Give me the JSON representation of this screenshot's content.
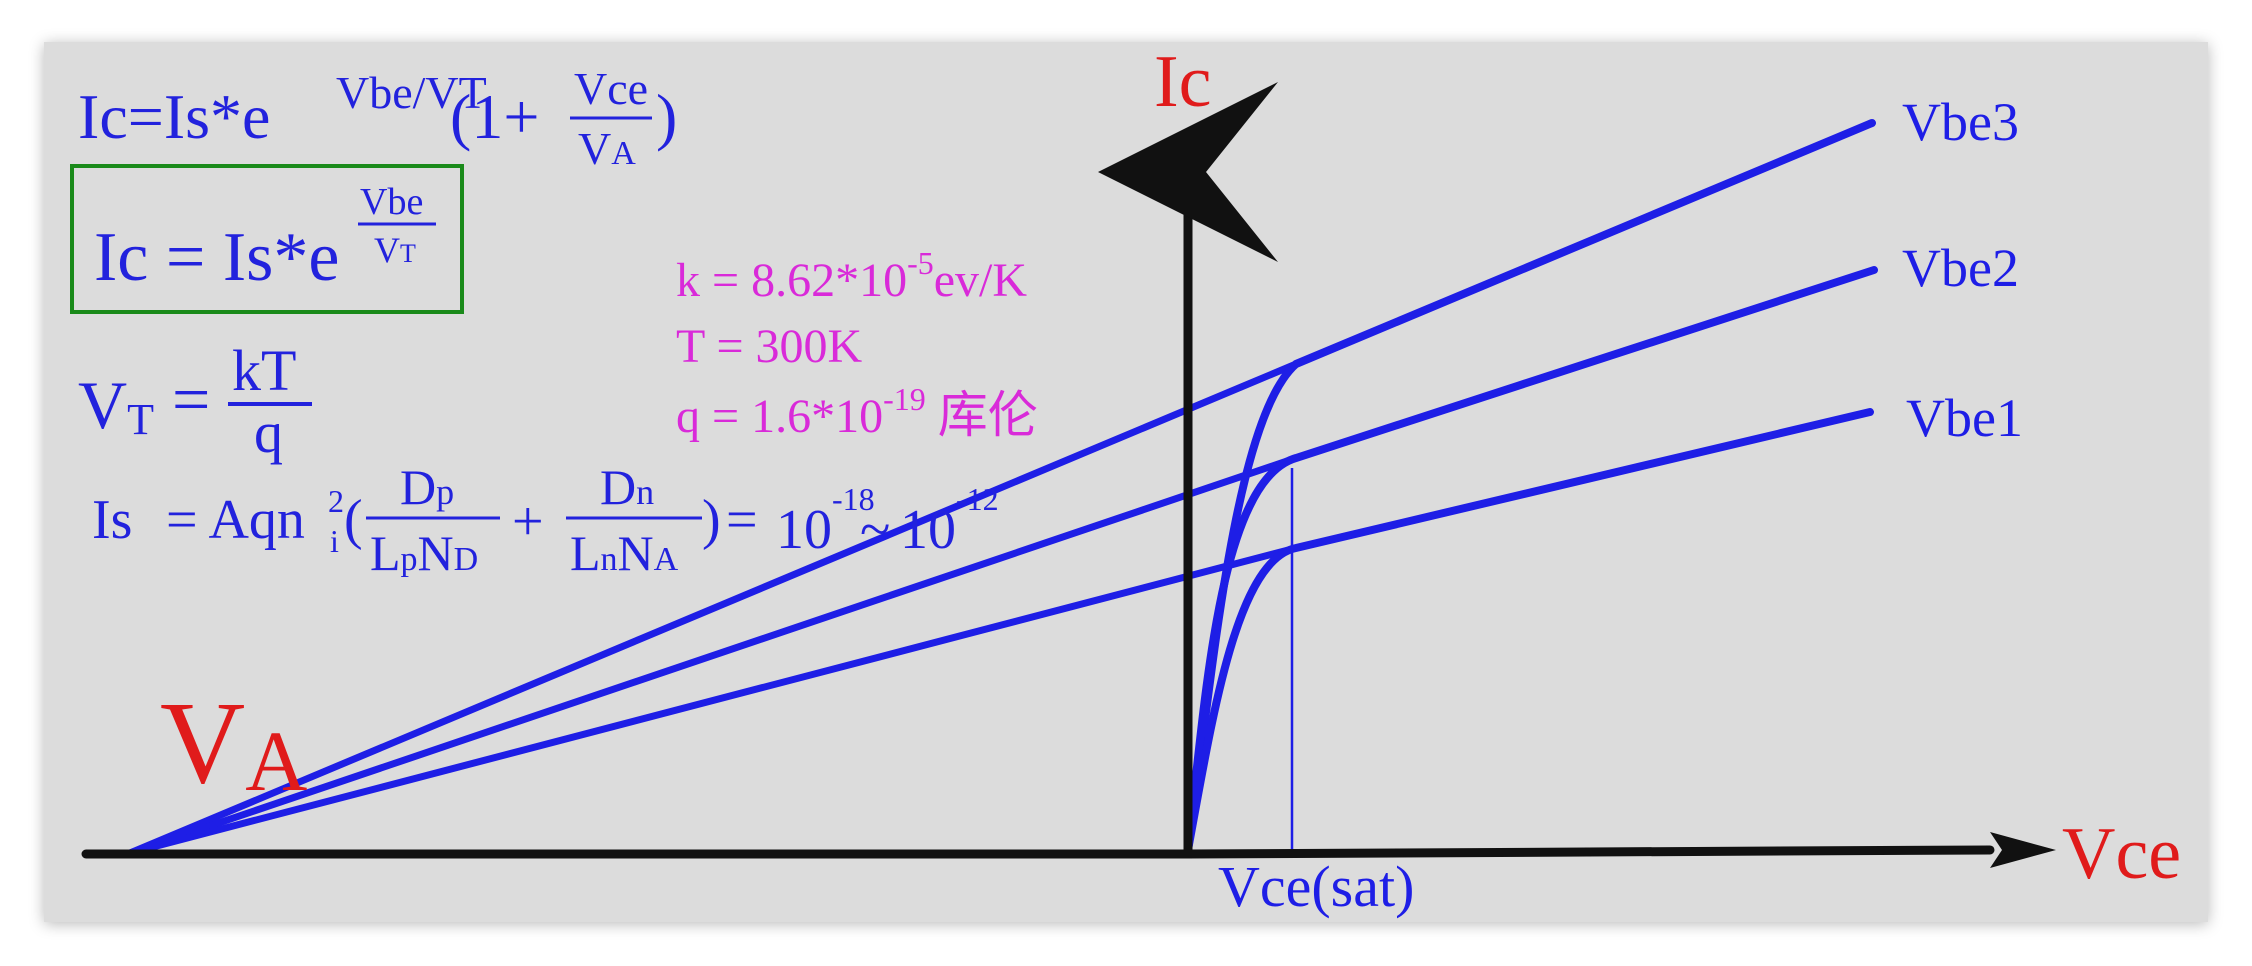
{
  "colors": {
    "background": "#dcdcdc",
    "curve": "#1e1ee6",
    "axis": "#111111",
    "axis_label": "#e01b1b",
    "constants": "#d92ad9",
    "equation": "#2222dd",
    "box_border": "#1a8a1a"
  },
  "axes": {
    "y_label": "Ic",
    "x_label": "Vce",
    "early_label_main": "V",
    "early_label_sub": "A",
    "sat_label": "Vce(sat)"
  },
  "curves": [
    {
      "label": "Vbe3"
    },
    {
      "label": "Vbe2"
    },
    {
      "label": "Vbe1"
    }
  ],
  "equations": {
    "eq1": {
      "lhs": "Ic=Is*e",
      "exp": "Vbe/VT",
      "open": "(1+",
      "frac_num": "Vce",
      "frac_den_main": "V",
      "frac_den_sub": "A",
      "close": ")"
    },
    "eq2": {
      "lhs": "Ic = Is*e",
      "exp_num": "Vbe",
      "exp_den_main": "V",
      "exp_den_sub": "T"
    },
    "eq3": {
      "lhs_main": "V",
      "lhs_sub": "T",
      "equals": "=",
      "num": "kT",
      "den": "q"
    },
    "eq4": {
      "lhs": "Is",
      "rhs_prefix": "= Aqn",
      "ni_sup": "2",
      "ni_sub": "i",
      "open": "(",
      "f1_num_main": "D",
      "f1_num_sub": "p",
      "f1_den_a": "L",
      "f1_den_a_sub": "p",
      "f1_den_b": "N",
      "f1_den_b_sub": "D",
      "plus": "+",
      "f2_num_main": "D",
      "f2_num_sub": "n",
      "f2_den_a": "L",
      "f2_den_a_sub": "n",
      "f2_den_b": "N",
      "f2_den_b_sub": "A",
      "close": ")",
      "equals": "=",
      "range_a": "10",
      "range_a_exp": "-18",
      "tilde": "~",
      "range_b": "10",
      "range_b_exp": "-12"
    }
  },
  "constants": {
    "k_prefix": "k = 8.62*10",
    "k_exp": "-5",
    "k_unit": "ev/K",
    "t_line": "T = 300K",
    "q_prefix": "q = 1.6*10",
    "q_exp": "-19",
    "q_unit": "库伦"
  }
}
